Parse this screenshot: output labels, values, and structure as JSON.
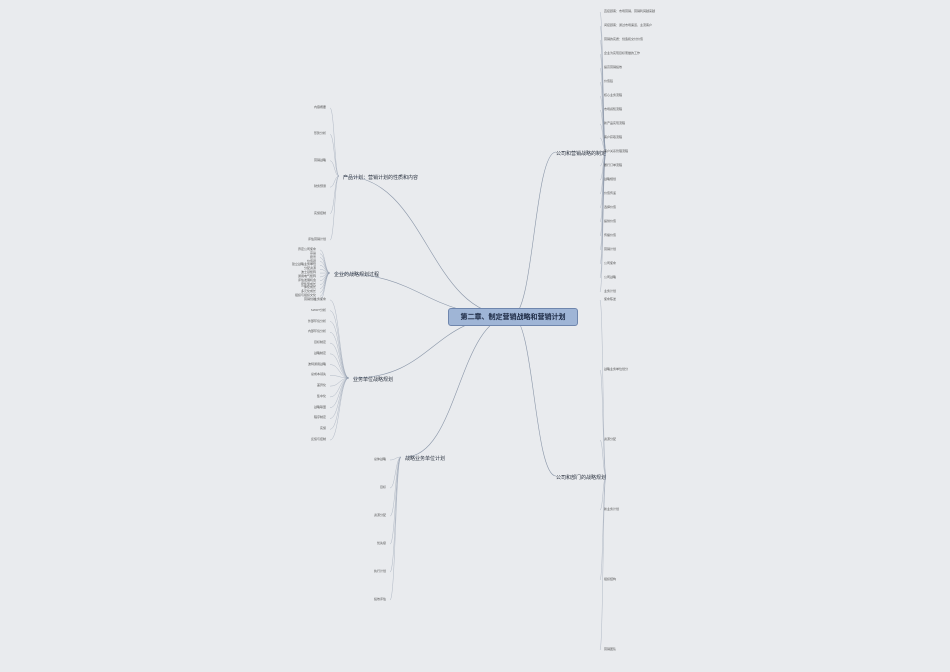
{
  "central_topic": "第二章、制定营销战略和营销计划",
  "main_topics": {
    "t1": "公司和营销战略的制定",
    "t2": "企业的战略规划过程",
    "t3": "业务单位战略规划",
    "t4": "产品计划：营销计划的性质和内容",
    "t5": "战略业务单位计划",
    "t6": "公司和部门的战略规划"
  },
  "details": {
    "t1": [
      "直接顾客：市场营销，营销利润越来越",
      "间接顾客：通过市场渠道，主流客户",
      "营销的实质：创造和交付价值",
      "企业为实现目标而做的工作",
      "提高营销绩效",
      "价值链",
      "核心业务流程",
      "市场感知流程",
      "新产品实现流程",
      "客户获取流程",
      "客户关系管理流程",
      "履行订单流程",
      "战略规划",
      "价值传递",
      "选择价值",
      "提供价值",
      "传播价值",
      "营销计划",
      "公司使命",
      "公司战略",
      "业务计划"
    ],
    "t2": [
      "界定公司使命",
      "宗旨",
      "愿景",
      "价值观",
      "建立战略业务单位",
      "分配资源",
      "波士顿矩阵",
      "通用电气矩阵",
      "评估发展机会",
      "密集型成长",
      "一体化成长",
      "多元化成长",
      "组织与组织文化",
      "营销创新"
    ],
    "t3": [
      "业务使命",
      "SWOT分析",
      "外部环境分析",
      "内部环境分析",
      "目标制定",
      "战略制定",
      "波特通用战略",
      "总成本领先",
      "差异化",
      "集中化",
      "战略联盟",
      "程序制定",
      "实施",
      "反馈与控制"
    ],
    "t4": [
      "内容概要",
      "形势分析",
      "营销战略",
      "财务预测",
      "实施控制",
      "评估营销计划"
    ],
    "t5": [
      "总体战略",
      "目标",
      "资源分配",
      "优先级",
      "执行计划",
      "绩效评估"
    ],
    "t6": [
      "使命陈述",
      "战略业务单位划分",
      "资源分配",
      "新业务计划",
      "组织结构",
      "营销团队"
    ]
  }
}
